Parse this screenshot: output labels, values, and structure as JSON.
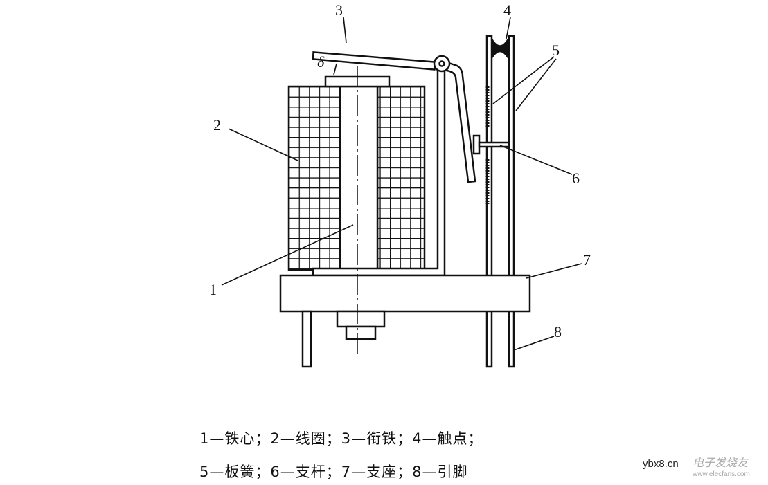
{
  "diagram": {
    "labels": {
      "l1": "1",
      "l2": "2",
      "l3": "3",
      "l4": "4",
      "l5": "5",
      "l6": "6",
      "l7": "7",
      "l8": "8",
      "gap": "δ"
    },
    "caption": {
      "line1": "1—铁心；2—线圈；3—衔铁；4—触点；",
      "line2": "5—板簧；6—支杆；7—支座；8—引脚"
    }
  },
  "watermark": {
    "site": "ybx8.cn",
    "brand": "电子发烧友",
    "url": "www.elecfans.com"
  }
}
